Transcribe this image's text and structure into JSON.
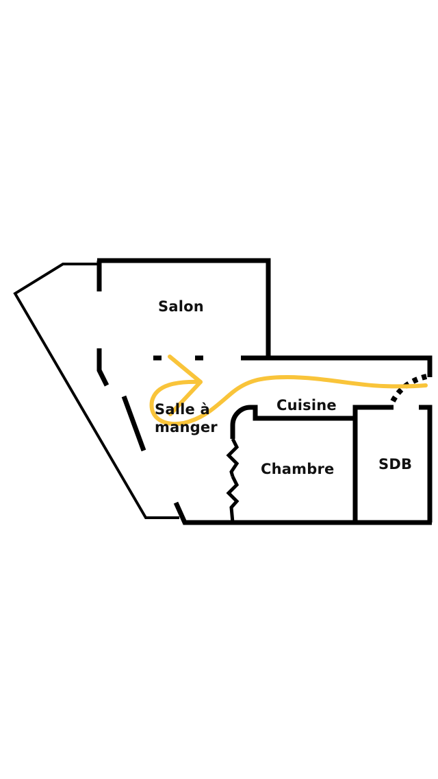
{
  "plan": {
    "rooms": {
      "salon": "Salon",
      "salle_line1": "Salle à",
      "salle_line2": "manger",
      "cuisine": "Cuisine",
      "chambre": "Chambre",
      "sdb": "SDB"
    },
    "colors": {
      "walls": "#000000",
      "path": "#F9C43A",
      "background": "#FFFFFF"
    }
  }
}
